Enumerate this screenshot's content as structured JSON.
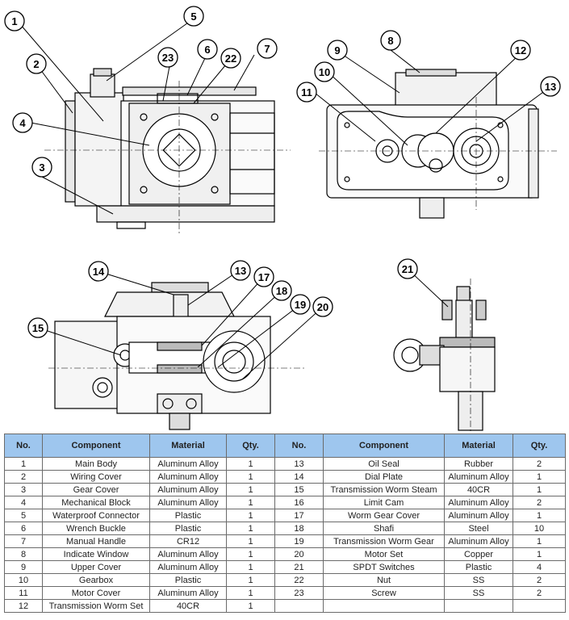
{
  "callouts": {
    "c1": "1",
    "c2": "2",
    "c3": "3",
    "c4": "4",
    "c5": "5",
    "c6": "6",
    "c7": "7",
    "c8": "8",
    "c9": "9",
    "c10": "10",
    "c11": "11",
    "c12": "12",
    "c13a": "13",
    "c13b": "13",
    "c14": "14",
    "c15": "15",
    "c17": "17",
    "c18": "18",
    "c19": "19",
    "c20": "20",
    "c21": "21",
    "c22": "22",
    "c23": "23"
  },
  "table": {
    "headers": [
      "No.",
      "Component",
      "Material",
      "Qty.",
      "No.",
      "Component",
      "Material",
      "Qty."
    ],
    "rows": [
      [
        "1",
        "Main Body",
        "Aluminum Alloy",
        "1",
        "13",
        "Oil Seal",
        "Rubber",
        "2"
      ],
      [
        "2",
        "Wiring Cover",
        "Aluminum Alloy",
        "1",
        "14",
        "Dial Plate",
        "Aluminum Alloy",
        "1"
      ],
      [
        "3",
        "Gear Cover",
        "Aluminum Alloy",
        "1",
        "15",
        "Transmission Worm Steam",
        "40CR",
        "1"
      ],
      [
        "4",
        "Mechanical Block",
        "Aluminum Alloy",
        "1",
        "16",
        "Limit Cam",
        "Aluminum Alloy",
        "2"
      ],
      [
        "5",
        "Waterproof Connector",
        "Plastic",
        "1",
        "17",
        "Worm Gear Cover",
        "Aluminum Alloy",
        "1"
      ],
      [
        "6",
        "Wrench Buckle",
        "Plastic",
        "1",
        "18",
        "Shafi",
        "Steel",
        "10"
      ],
      [
        "7",
        "Manual Handle",
        "CR12",
        "1",
        "19",
        "Transmission Worm Gear",
        "Aluminum Alloy",
        "1"
      ],
      [
        "8",
        "Indicate Window",
        "Aluminum Alloy",
        "1",
        "20",
        "Motor Set",
        "Copper",
        "1"
      ],
      [
        "9",
        "Upper Cover",
        "Aluminum Alloy",
        "1",
        "21",
        "SPDT Switches",
        "Plastic",
        "4"
      ],
      [
        "10",
        "Gearbox",
        "Plastic",
        "1",
        "22",
        "Nut",
        "SS",
        "2"
      ],
      [
        "11",
        "Motor Cover",
        "Aluminum Alloy",
        "1",
        "23",
        "Screw",
        "SS",
        "2"
      ],
      [
        "12",
        "Transmission Worm Set",
        "40CR",
        "1",
        "",
        "",
        "",
        ""
      ]
    ]
  }
}
